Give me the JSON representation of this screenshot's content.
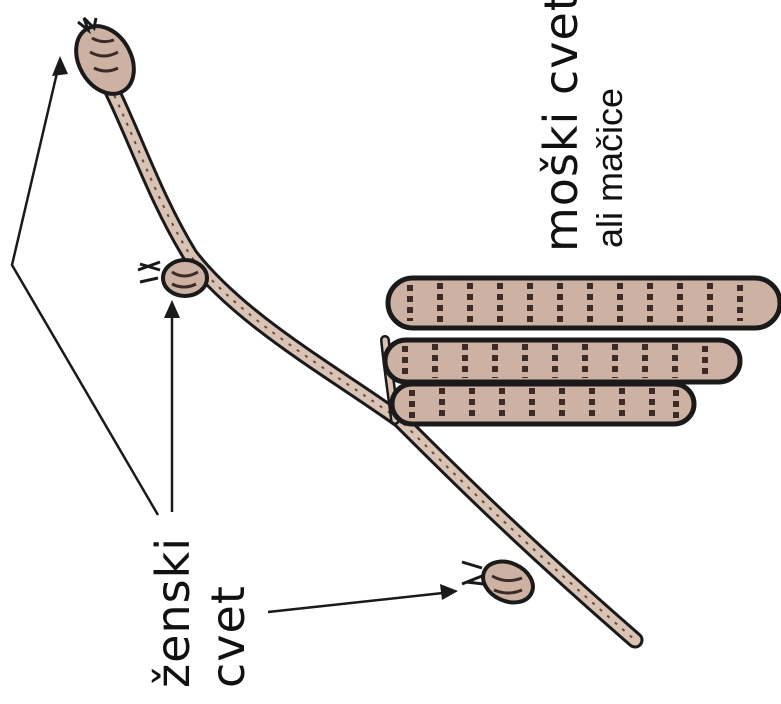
{
  "labels": {
    "male_flower": "moški cvet",
    "male_flower_alt": "ali mačice",
    "female_flower_line1": "ženski",
    "female_flower_line2": "cvet"
  },
  "colors": {
    "ink": "#1a1a1a",
    "bark": "#d9c3b5",
    "bark_shade": "#6b4a3c",
    "catkin": "#cdb2a4",
    "catkin_dark": "#3b2a26"
  }
}
